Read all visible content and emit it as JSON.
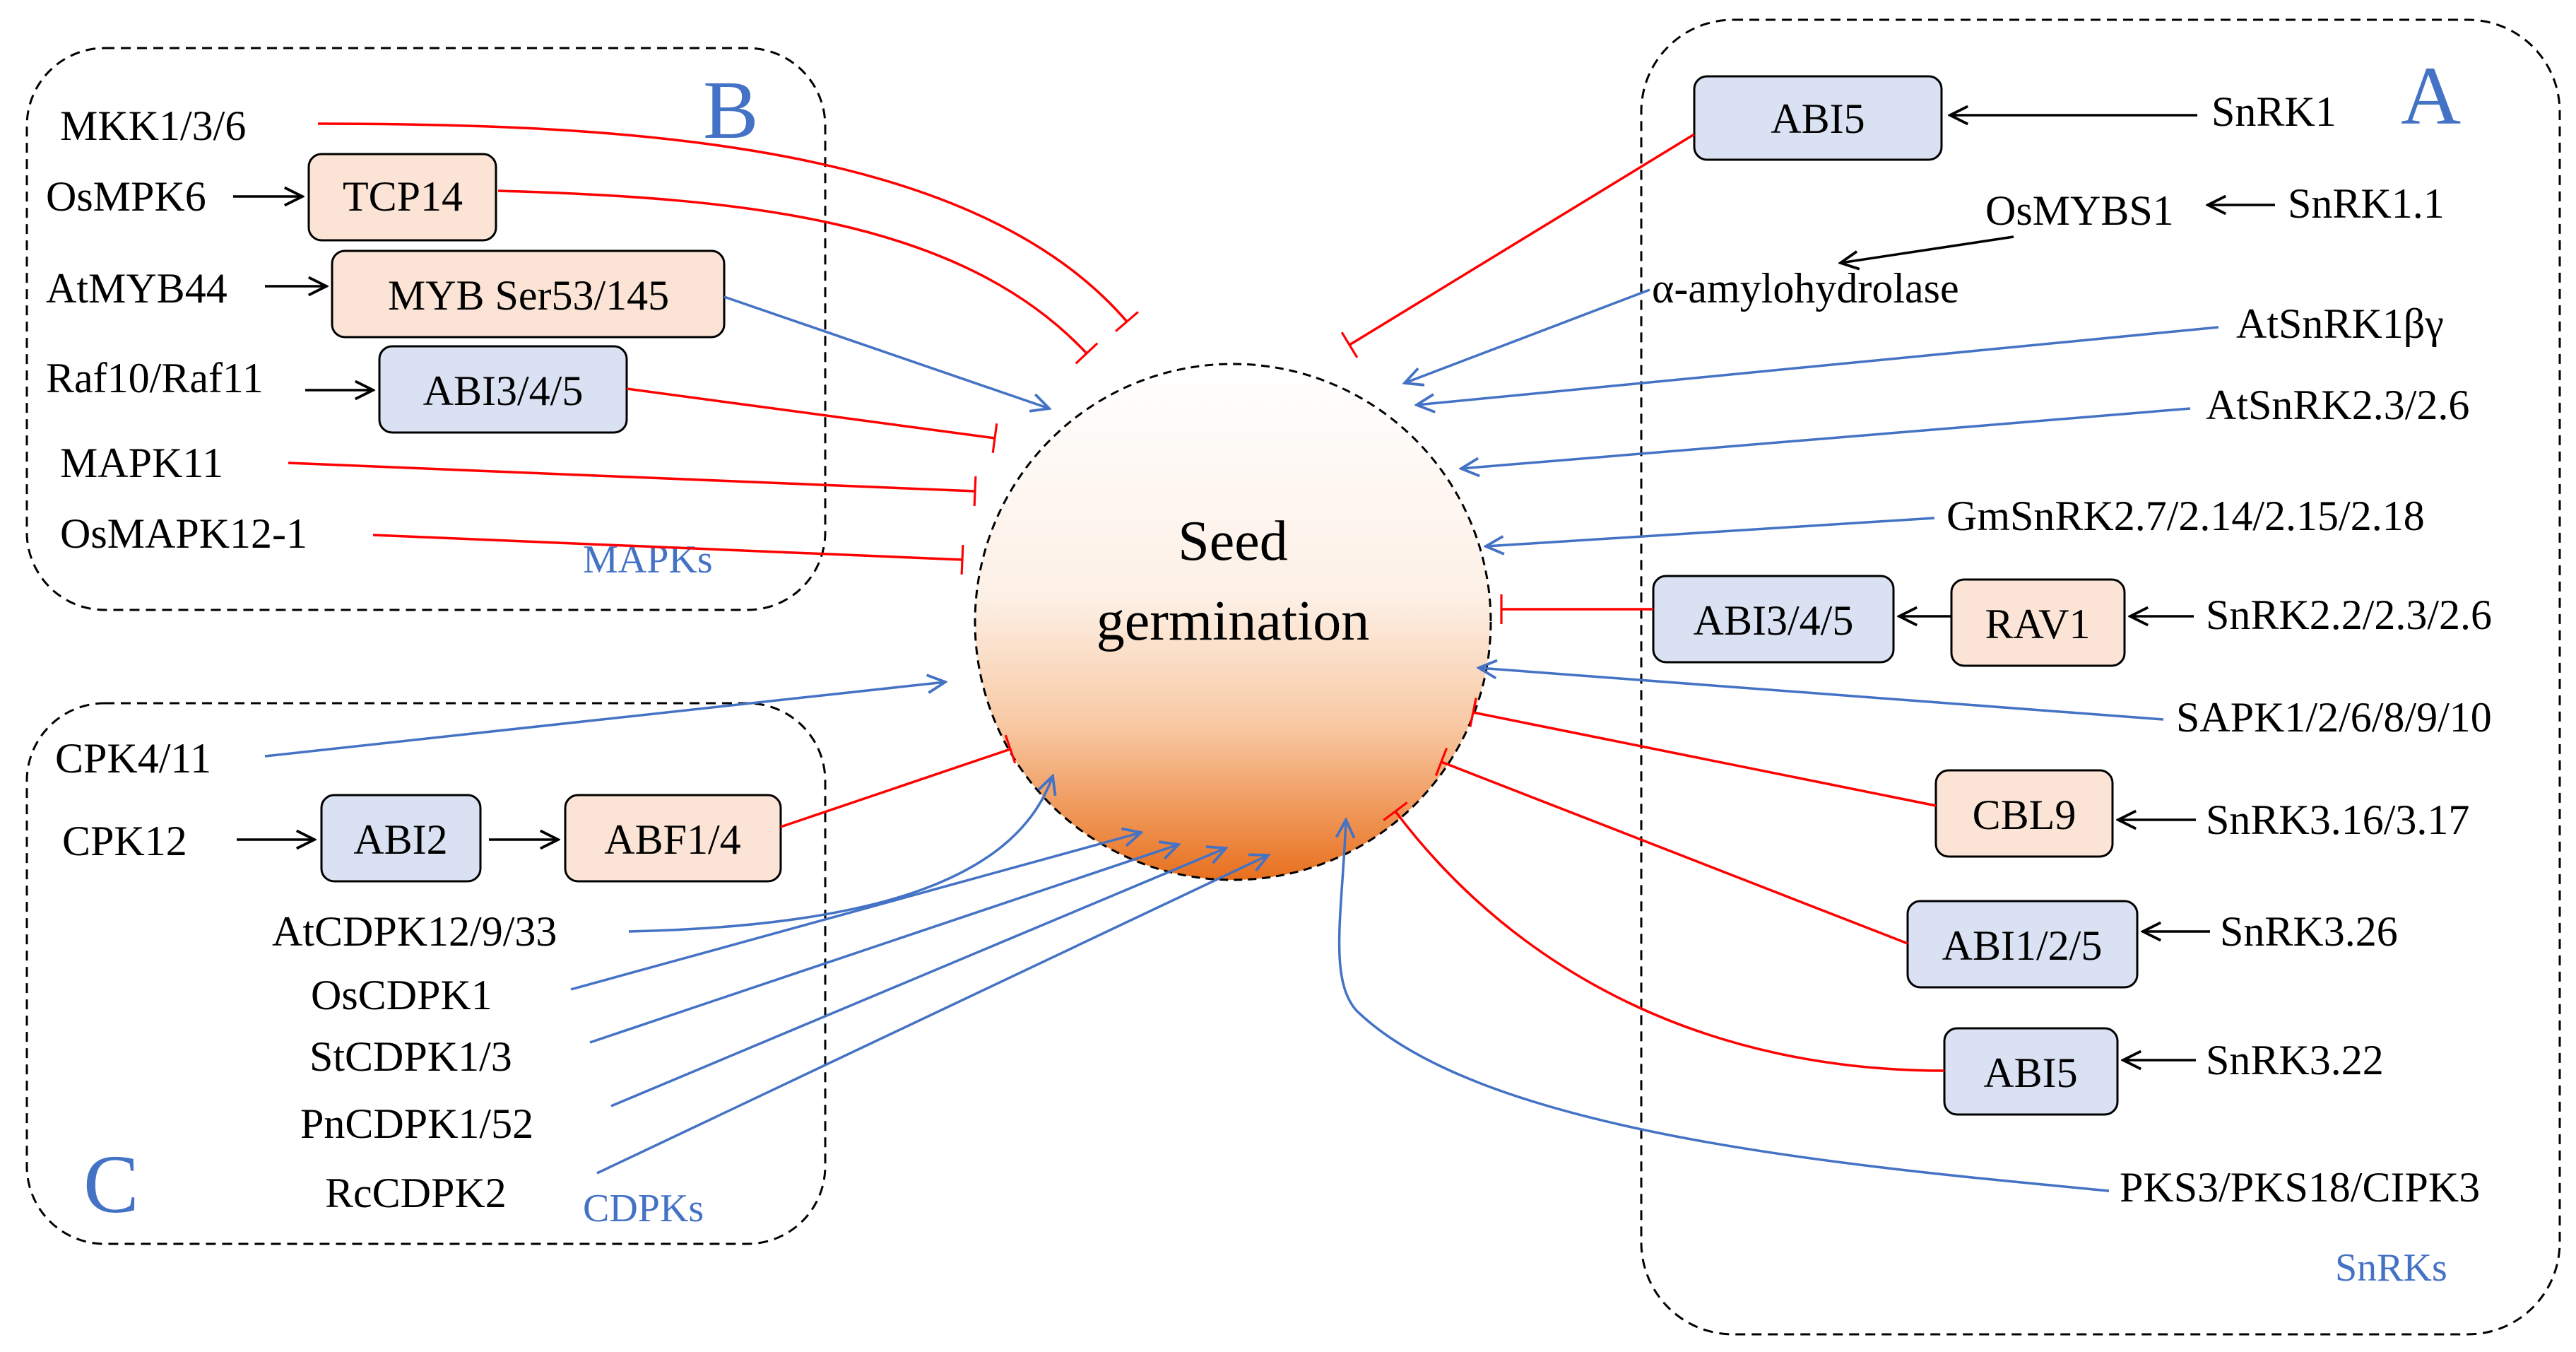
{
  "center": {
    "line1": "Seed",
    "line2": "germination"
  },
  "panels": {
    "A": {
      "letter": "A",
      "name": "SnRKs"
    },
    "B": {
      "letter": "B",
      "name": "MAPKs"
    },
    "C": {
      "letter": "C",
      "name": "CDPKs"
    }
  },
  "labels": {
    "snrk1": "SnRK1",
    "snrk1_1": "SnRK1.1",
    "osmybs1": "OsMYBS1",
    "amylohydrolase": "α-amylohydrolase",
    "atsnrk1bg": "AtSnRK1βγ",
    "atsnrk2": "AtSnRK2.3/2.6",
    "gmsnrk2": "GmSnRK2.7/2.14/2.15/2.18",
    "snrk22": "SnRK2.2/2.3/2.6",
    "sapk": "SAPK1/2/6/8/9/10",
    "snrk316": "SnRK3.16/3.17",
    "snrk326": "SnRK3.26",
    "snrk322": "SnRK3.22",
    "pks3": "PKS3/PKS18/CIPK3",
    "mkk": "MKK1/3/6",
    "osmpk6": "OsMPK6",
    "atmyb44": "AtMYB44",
    "raf10": "Raf10/Raf11",
    "mapk11": "MAPK11",
    "osmapk12": "OsMAPK12-1",
    "cpk4": "CPK4/11",
    "cpk12": "CPK12",
    "atcdpk12": "AtCDPK12/9/33",
    "oscdpk1": "OsCDPK1",
    "stcdpk1": "StCDPK1/3",
    "pncdpk1": "PnCDPK1/52",
    "rccdpk2": "RcCDPK2"
  },
  "boxes": {
    "abi5_top": "ABI5",
    "abi345_right": "ABI3/4/5",
    "rav1": "RAV1",
    "cbl9": "CBL9",
    "abi125": "ABI1/2/5",
    "abi5_bottom": "ABI5",
    "tcp14": "TCP14",
    "myb": "MYB Ser53/145",
    "abi345_left": "ABI3/4/5",
    "abi2": "ABI2",
    "abf14": "ABF1/4"
  },
  "colors": {
    "inhibition": "#ff0000",
    "promotion": "#4472c4",
    "regulation": "#000000",
    "box_blue": "#d9e1f2",
    "box_peach": "#fbe4d5",
    "center_top": "#fdf0e6",
    "center_bottom": "#e8701e"
  }
}
